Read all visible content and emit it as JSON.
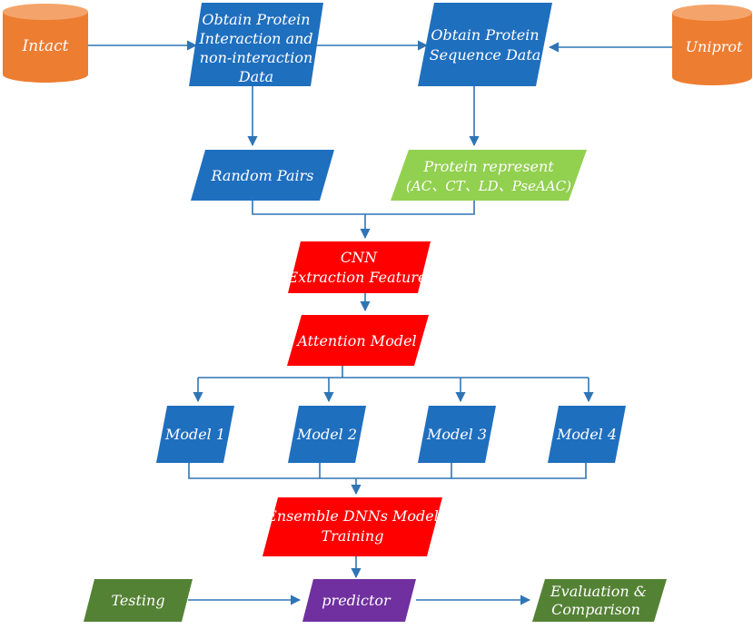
{
  "nodes": {
    "intact": {
      "label": "Intact",
      "color": "#ED7D31"
    },
    "uniprot": {
      "label": "Uniprot",
      "color": "#ED7D31"
    },
    "obtain_interaction": {
      "lines": [
        "Obtain Protein",
        "Interaction and",
        "non-interaction",
        "Data"
      ],
      "color": "#1F6FBF"
    },
    "obtain_sequence": {
      "lines": [
        "Obtain Protein",
        "Sequence Data"
      ],
      "color": "#1F6FBF"
    },
    "random_pairs": {
      "label": "Random Pairs",
      "color": "#1F6FBF"
    },
    "protein_represent": {
      "lines": [
        "Protein represent",
        "(AC、CT、LD、PseAAC)"
      ],
      "color": "#92D050"
    },
    "cnn": {
      "lines": [
        "CNN",
        "Extraction Feature"
      ],
      "color": "#FF0000"
    },
    "attention": {
      "label": "Attention Model",
      "color": "#FF0000"
    },
    "models": [
      "Model 1",
      "Model 2",
      "Model 3",
      "Model 4"
    ],
    "model_color": "#1F6FBF",
    "ensemble": {
      "lines": [
        "Ensemble DNNs Model",
        "Training"
      ],
      "color": "#FF0000"
    },
    "testing": {
      "label": "Testing",
      "color": "#548235"
    },
    "predictor": {
      "label": "predictor",
      "color": "#7030A0"
    },
    "evaluation": {
      "lines": [
        "Evaluation &",
        "Comparison"
      ],
      "color": "#548235"
    }
  },
  "connector_color": "#2E75B6"
}
